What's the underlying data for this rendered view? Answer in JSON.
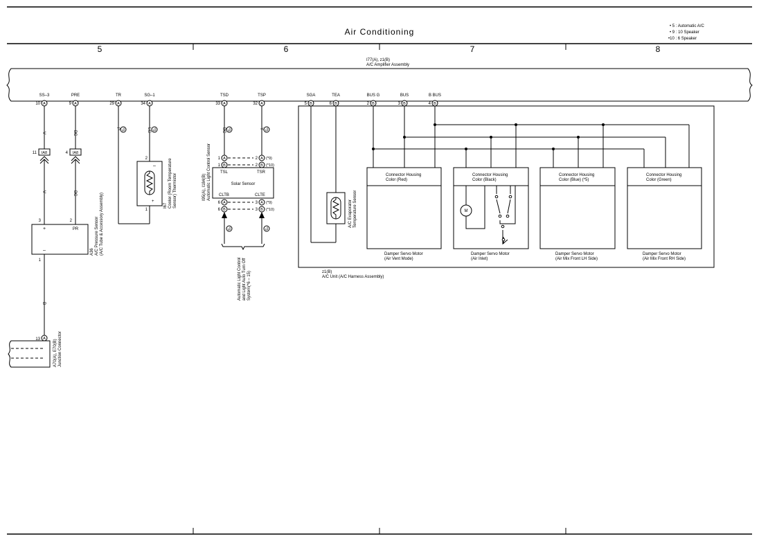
{
  "header": {
    "title": "Air Conditioning",
    "notes": [
      "• 5 : Automatic A/C",
      "• 9 : 10 Speaker",
      "•10 : 6 Speaker"
    ],
    "columns": [
      "5",
      "6",
      "7",
      "8"
    ]
  },
  "amplifier": {
    "code": "I77(A), z1(B)",
    "name": "A/C Amplifier Assembly"
  },
  "terminals": [
    {
      "name": "SS–3",
      "pin": "10",
      "conn": "A"
    },
    {
      "name": "PRE",
      "pin": "9",
      "conn": "A"
    },
    {
      "name": "TR",
      "pin": "29",
      "conn": "A"
    },
    {
      "name": "SG–1",
      "pin": "34",
      "conn": "A"
    },
    {
      "name": "TSD",
      "pin": "33",
      "conn": "A"
    },
    {
      "name": "TSP",
      "pin": "32",
      "conn": "A"
    },
    {
      "name": "SGA",
      "pin": "5",
      "conn": "B"
    },
    {
      "name": "TEA",
      "pin": "6",
      "conn": "B"
    },
    {
      "name": "BUS G",
      "pin": "2",
      "conn": "B"
    },
    {
      "name": "BUS",
      "pin": "3",
      "conn": "B"
    },
    {
      "name": "B BUS",
      "pin": "4",
      "conn": "B"
    }
  ],
  "wire_colors": {
    "ss3": "V",
    "pre": "BC",
    "tr": "P",
    "sg1": "LG",
    "tsd": "BC",
    "tsp": "Y",
    "ss3_low": "V",
    "pre_low": "BC",
    "gnd": "B"
  },
  "circled_marks": {
    "tr": "*5",
    "sg1": "*5",
    "tsd": "*5",
    "tsp": "*5",
    "cltb": "*5",
    "clte": "*5"
  },
  "ias": {
    "left": {
      "pin": "11",
      "label": "IA8"
    },
    "right": {
      "pin": "4",
      "label": "IA8"
    }
  },
  "pressure_sensor": {
    "pins": [
      "3",
      "2",
      "1"
    ],
    "signs": [
      "+",
      "PR",
      "–"
    ],
    "code": "A36",
    "name": "A/C Pressure Sensor",
    "sub": "(A/C Tube & Accessory Assembly)"
  },
  "cooler_thermistor": {
    "pins": [
      "2",
      "1"
    ],
    "signs": [
      "–",
      "+"
    ],
    "code": "I67",
    "name": "Cooler (Room Temperature",
    "name2": "Sensor) Thermistor"
  },
  "solar_sensor": {
    "code": "I95(A), I184(B)",
    "name": "Automatic Light Control Sensor",
    "top_rows": [
      {
        "pin_l": "1",
        "conn_l": "A",
        "pin_r": "2",
        "conn_r": "A",
        "note": "(*9)"
      },
      {
        "pin_l": "1",
        "conn_l": "B",
        "pin_r": "2",
        "conn_r": "B",
        "note": "(*10)"
      }
    ],
    "bottom_rows": [
      {
        "pin_l": "6",
        "conn_l": "A",
        "pin_r": "3",
        "conn_r": "A",
        "note": "(*9)"
      },
      {
        "pin_l": "6",
        "conn_l": "B",
        "pin_r": "3",
        "conn_r": "B",
        "note": "(*10)"
      }
    ],
    "tsl": "TSL",
    "tsr": "TSR",
    "label": "Solar Sensor",
    "cltb": "CLTB",
    "clte": "CLTE",
    "system_ref": [
      "Automatic Light Control",
      "and Light Auto Turn Off",
      "System(*6 – 15)"
    ]
  },
  "evap_sensor": {
    "name": "A/C Evaporator",
    "name2": "Temperature Sensor"
  },
  "servo_motors": [
    {
      "housing": "Connector Housing",
      "color": "Color (Red)",
      "name": "Damper Servo Motor",
      "sub": "(Air Vent Mode)"
    },
    {
      "housing": "Connector Housing",
      "color": "Color (Black)",
      "name": "Damper Servo Motor",
      "sub": "(Air Inlet)"
    },
    {
      "housing": "Connector Housing",
      "color": "Color (Blue) (*5)",
      "name": "Damper Servo Motor",
      "sub": "(Air Mix Front LH Side)"
    },
    {
      "housing": "Connector Housing",
      "color": "Color (Green)",
      "name": "Damper Servo Motor",
      "sub": "(Air Mix Front RH Side)"
    }
  ],
  "motor_symbol": "M",
  "ac_unit": {
    "code": "z1(B)",
    "name": "A/C Unit (A/C Harness Assembly)"
  },
  "junction": {
    "pin": "13",
    "conn": "A",
    "code": "A70(A), E70(B)",
    "name": "Junction Connector"
  }
}
